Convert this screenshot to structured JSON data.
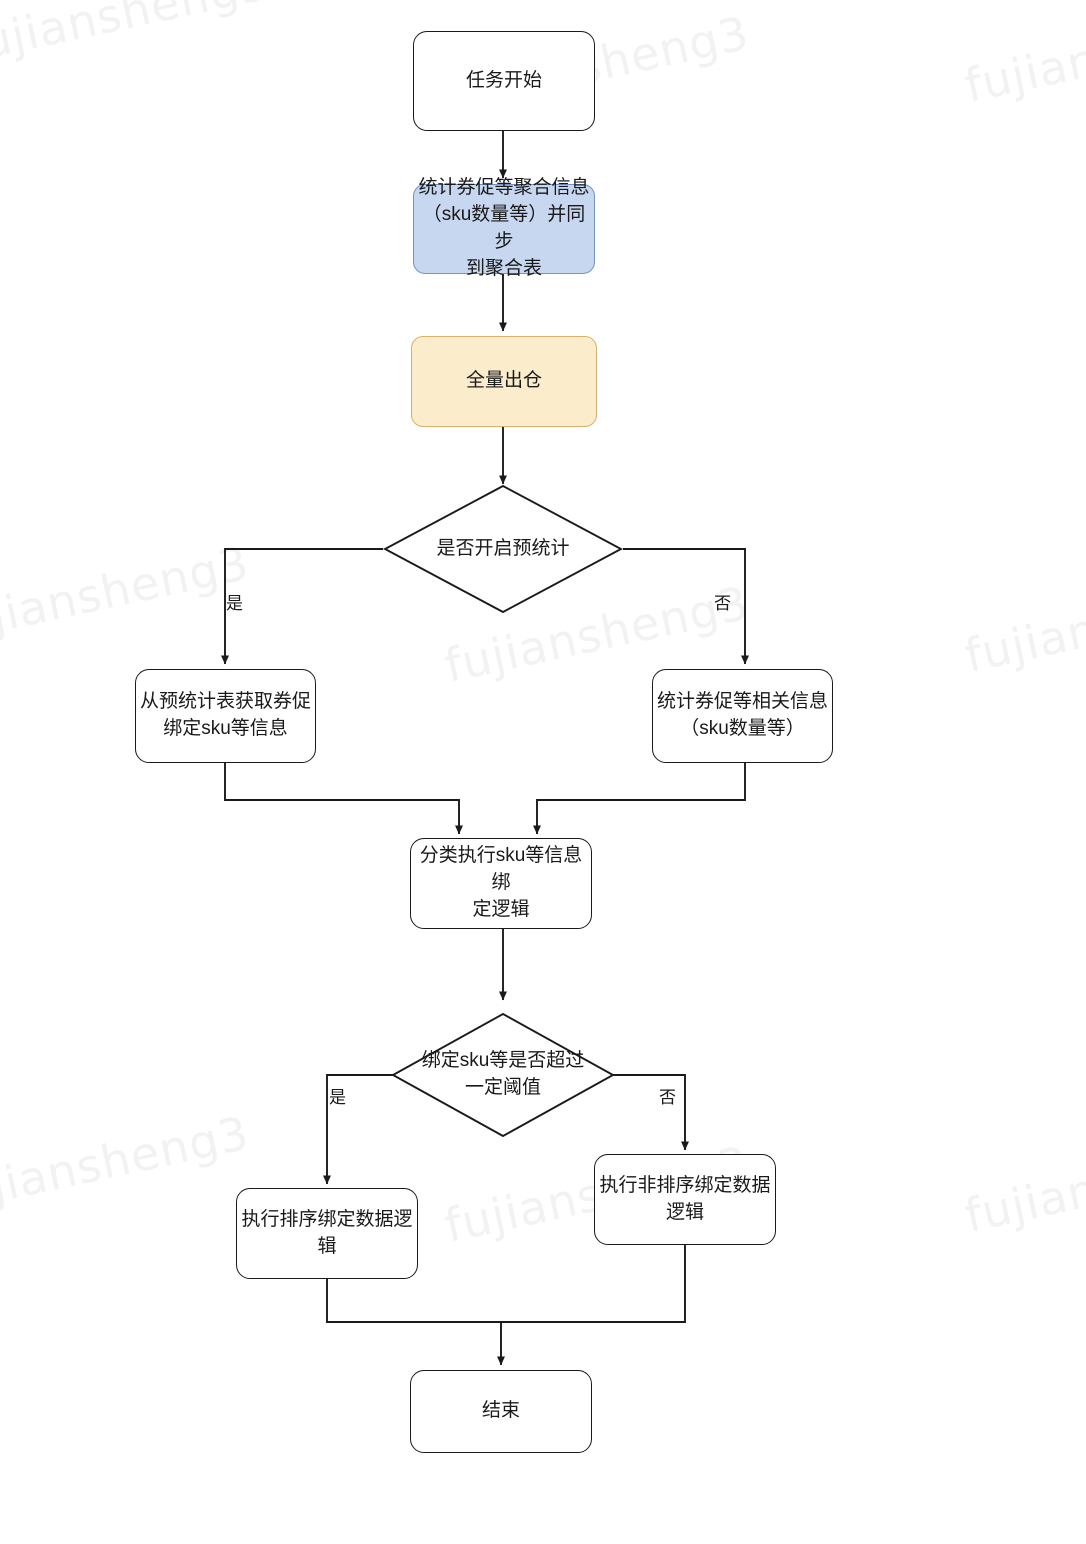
{
  "diagram": {
    "title": "任务流程图",
    "watermark_text": "fujiansheng3",
    "colors": {
      "background": "#ffffff",
      "stroke": "#1a1a1a",
      "blue_fill": "#c7d7f0",
      "blue_stroke": "#7494c9",
      "orange_fill": "#fbeccc",
      "orange_stroke": "#d8b166",
      "watermark": "#f2f2f2"
    },
    "nodes": {
      "start": {
        "label": "任务开始",
        "shape": "rounded-rect",
        "fill": "white"
      },
      "aggregate": {
        "label": "统计券促等聚合信息\n（sku数量等）并同步\n到聚合表",
        "shape": "rounded-rect",
        "fill": "blue"
      },
      "full_out": {
        "label": "全量出仓",
        "shape": "rounded-rect",
        "fill": "orange"
      },
      "decision_pre": {
        "label": "是否开启预统计",
        "shape": "diamond"
      },
      "from_pre_table": {
        "label": "从预统计表获取券促\n绑定sku等信息",
        "shape": "rounded-rect",
        "fill": "white"
      },
      "stat_related": {
        "label": "统计券促等相关信息\n（sku数量等）",
        "shape": "rounded-rect",
        "fill": "white"
      },
      "classify_bind": {
        "label": "分类执行sku等信息绑\n定逻辑",
        "shape": "rounded-rect",
        "fill": "white"
      },
      "decision_threshold": {
        "label": "绑定sku等是否超过\n一定阈值",
        "shape": "diamond"
      },
      "sorted_bind": {
        "label": "执行排序绑定数据逻\n辑",
        "shape": "rounded-rect",
        "fill": "white"
      },
      "unsorted_bind": {
        "label": "执行非排序绑定数据\n逻辑",
        "shape": "rounded-rect",
        "fill": "white"
      },
      "end": {
        "label": "结束",
        "shape": "rounded-rect",
        "fill": "white"
      }
    },
    "edge_labels": {
      "pre_yes": "是",
      "pre_no": "否",
      "threshold_yes": "是",
      "threshold_no": "否"
    },
    "flow": [
      {
        "from": "start",
        "to": "aggregate",
        "label": ""
      },
      {
        "from": "aggregate",
        "to": "full_out",
        "label": ""
      },
      {
        "from": "full_out",
        "to": "decision_pre",
        "label": ""
      },
      {
        "from": "decision_pre",
        "to": "from_pre_table",
        "label": "是"
      },
      {
        "from": "decision_pre",
        "to": "stat_related",
        "label": "否"
      },
      {
        "from": "from_pre_table",
        "to": "classify_bind",
        "label": ""
      },
      {
        "from": "stat_related",
        "to": "classify_bind",
        "label": ""
      },
      {
        "from": "classify_bind",
        "to": "decision_threshold",
        "label": ""
      },
      {
        "from": "decision_threshold",
        "to": "sorted_bind",
        "label": "是"
      },
      {
        "from": "decision_threshold",
        "to": "unsorted_bind",
        "label": "否"
      },
      {
        "from": "sorted_bind",
        "to": "end",
        "label": ""
      },
      {
        "from": "unsorted_bind",
        "to": "end",
        "label": ""
      }
    ]
  }
}
